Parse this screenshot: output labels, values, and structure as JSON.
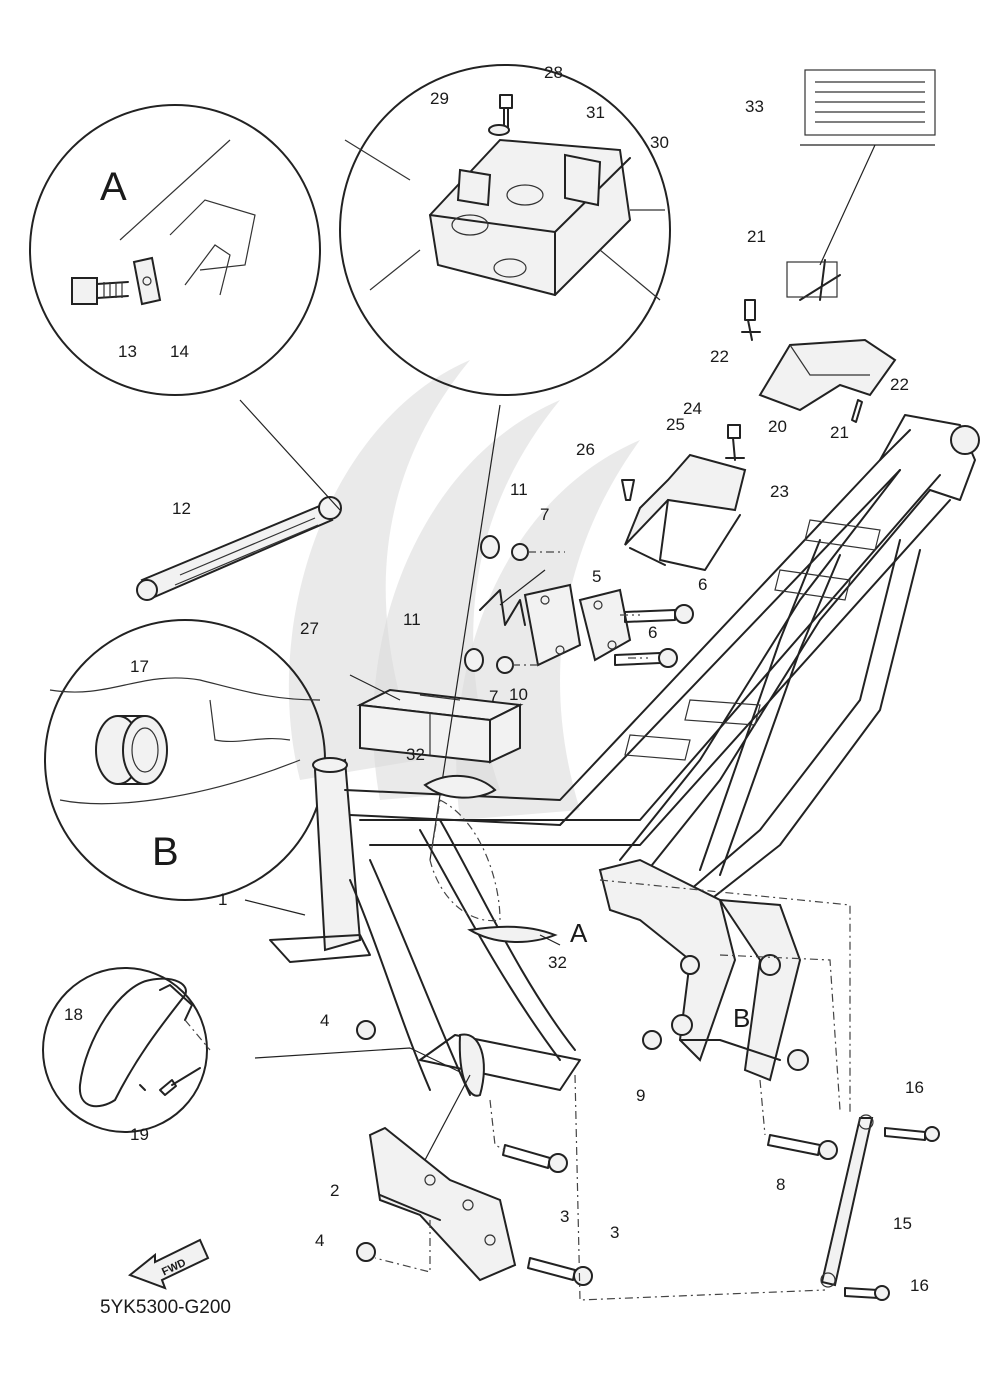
{
  "figure_code": "5YK5300-G200",
  "fwd_label": "FWD",
  "detail_labels": {
    "a": "A",
    "b": "B"
  },
  "callouts": [
    {
      "key": "c1",
      "text": "1"
    },
    {
      "key": "c2",
      "text": "2"
    },
    {
      "key": "c3a",
      "text": "3"
    },
    {
      "key": "c3b",
      "text": "3"
    },
    {
      "key": "c4a",
      "text": "4"
    },
    {
      "key": "c4b",
      "text": "4"
    },
    {
      "key": "c5",
      "text": "5"
    },
    {
      "key": "c6a",
      "text": "6"
    },
    {
      "key": "c6b",
      "text": "6"
    },
    {
      "key": "c7a",
      "text": "7"
    },
    {
      "key": "c7b",
      "text": "7"
    },
    {
      "key": "c8",
      "text": "8"
    },
    {
      "key": "c9",
      "text": "9"
    },
    {
      "key": "c10",
      "text": "10"
    },
    {
      "key": "c11a",
      "text": "11"
    },
    {
      "key": "c11b",
      "text": "11"
    },
    {
      "key": "c12",
      "text": "12"
    },
    {
      "key": "c13",
      "text": "13"
    },
    {
      "key": "c14",
      "text": "14"
    },
    {
      "key": "c15",
      "text": "15"
    },
    {
      "key": "c16a",
      "text": "16"
    },
    {
      "key": "c16b",
      "text": "16"
    },
    {
      "key": "c17",
      "text": "17"
    },
    {
      "key": "c18",
      "text": "18"
    },
    {
      "key": "c19",
      "text": "19"
    },
    {
      "key": "c20",
      "text": "20"
    },
    {
      "key": "c21a",
      "text": "21"
    },
    {
      "key": "c21b",
      "text": "21"
    },
    {
      "key": "c22a",
      "text": "22"
    },
    {
      "key": "c22b",
      "text": "22"
    },
    {
      "key": "c23",
      "text": "23"
    },
    {
      "key": "c24",
      "text": "24"
    },
    {
      "key": "c25",
      "text": "25"
    },
    {
      "key": "c26",
      "text": "26"
    },
    {
      "key": "c27",
      "text": "27"
    },
    {
      "key": "c28",
      "text": "28"
    },
    {
      "key": "c29",
      "text": "29"
    },
    {
      "key": "c30",
      "text": "30"
    },
    {
      "key": "c31",
      "text": "31"
    },
    {
      "key": "c32a",
      "text": "32"
    },
    {
      "key": "c32b",
      "text": "32"
    },
    {
      "key": "c33",
      "text": "33"
    }
  ]
}
